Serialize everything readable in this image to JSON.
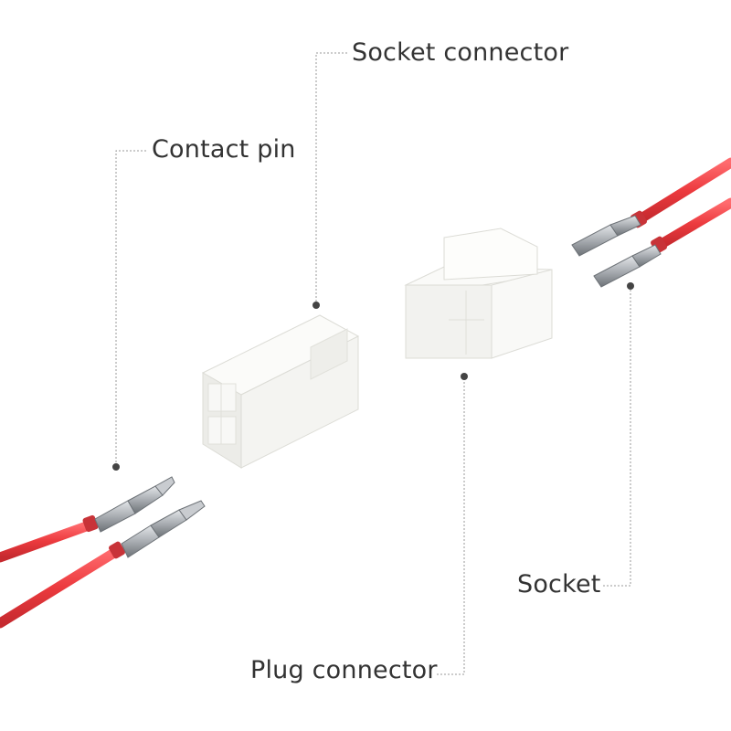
{
  "labels": {
    "socket_connector": "Socket connector",
    "contact_pin": "Contact pin",
    "socket": "Socket",
    "plug_connector": "Plug connector"
  },
  "colors": {
    "wire": "#ec3a3e",
    "wire_shadow": "#c62a2f",
    "housing": "#f7f7f5",
    "housing_shade": "#e6e6e2",
    "metal": "#a9adb2",
    "metal_dark": "#6d7277",
    "leader": "#9a9a9a",
    "dot": "#444444"
  }
}
